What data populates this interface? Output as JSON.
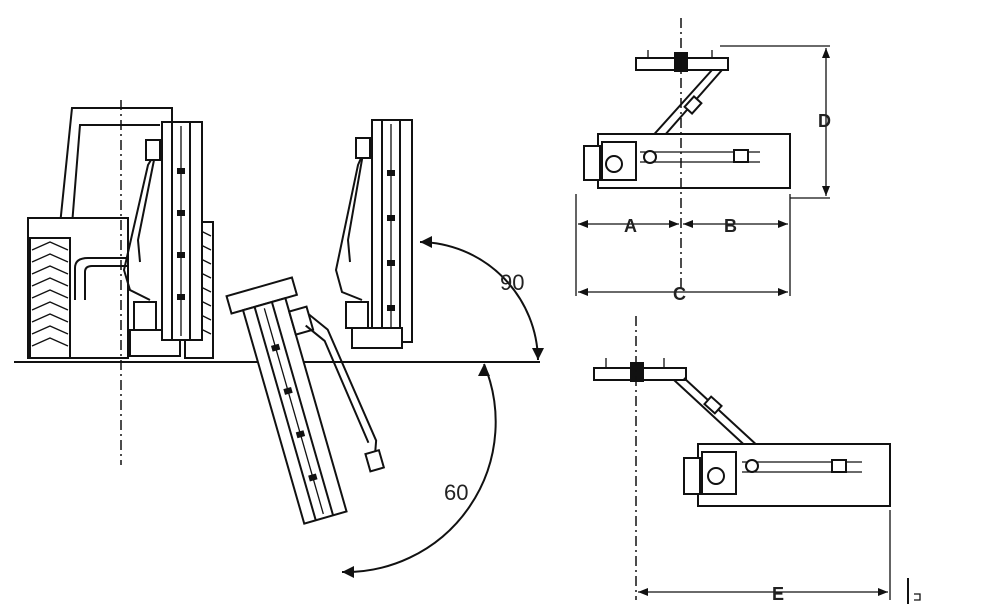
{
  "angles": {
    "upper": "90",
    "lower": "60"
  },
  "dimensions": {
    "a": "A",
    "b": "B",
    "c": "C",
    "d": "D",
    "e": "E"
  },
  "colors": {
    "line": "#111111",
    "background": "#ffffff"
  }
}
